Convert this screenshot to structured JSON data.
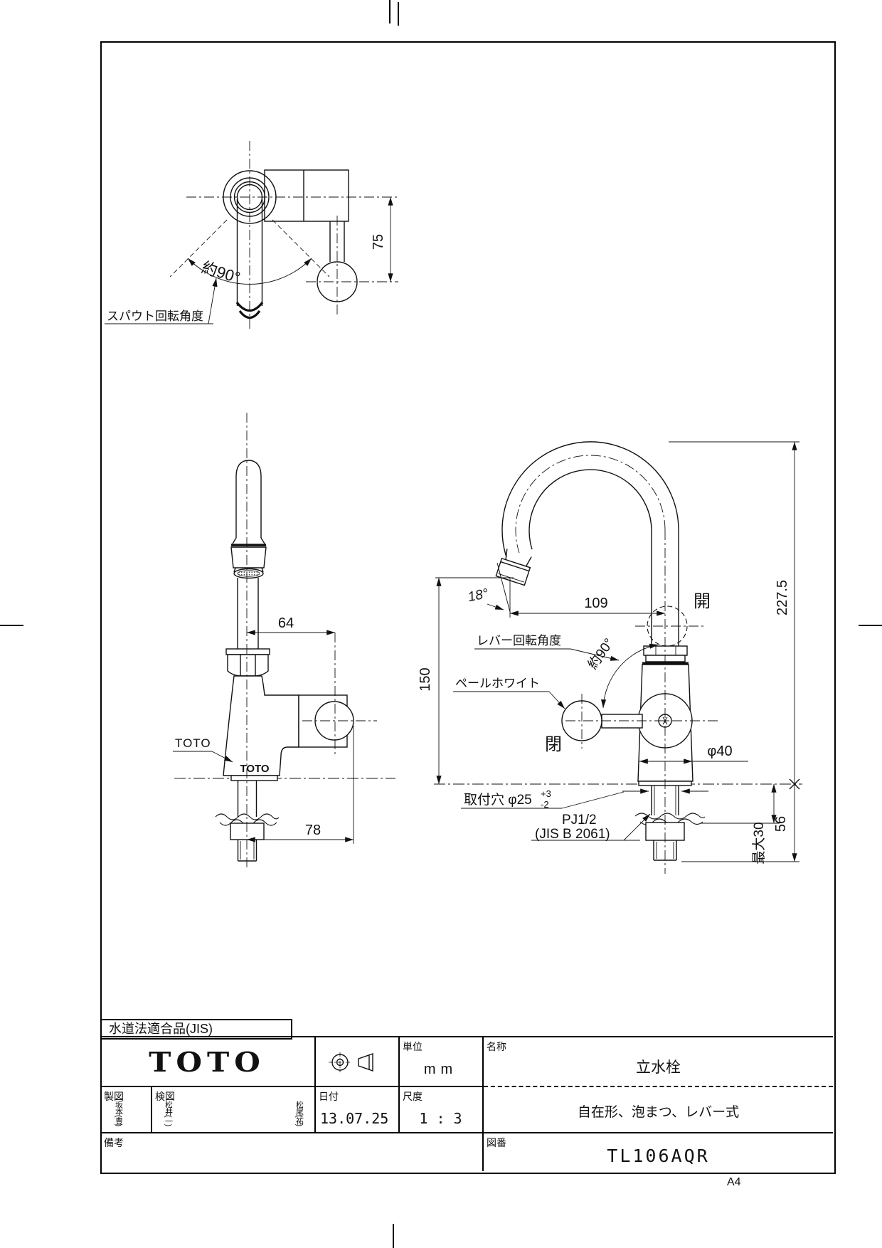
{
  "page": {
    "format": "A4"
  },
  "title_block": {
    "compliance": "水道法適合品(JIS)",
    "brand_log o_note": "",
    "brand_logo": "TOTO",
    "unit_label": "単位",
    "unit_value": "mm",
    "name_label": "名称",
    "product_name": "立水栓",
    "product_spec": "自在形、泡まつ、レバー式",
    "drafting_label": "製図",
    "drafter": "坂本(豊)",
    "check_label": "検図",
    "checker_1": "松井(一)",
    "checker_2": "松尾(祐)",
    "date_label": "日付",
    "date_value": "13.07.25",
    "scale_label": "尺度",
    "scale_value": "1 : 3",
    "remarks_label": "備考",
    "drawing_no_label": "図番",
    "drawing_no": "TL106AQR"
  },
  "top_view": {
    "spout_rotation_label": "スパウト回転角度",
    "rotation_angle": "約90°",
    "dim_75": "75"
  },
  "side_view": {
    "dim_64": "64",
    "dim_78": "78",
    "toto_callout": "TOTO",
    "toto_logo": "TOTO"
  },
  "front_view": {
    "dim_18": "18°",
    "dim_109": "109",
    "dim_150": "150",
    "dim_227_5": "227.5",
    "dim_56": "56",
    "dim_max30": "最大30",
    "dim_phi40": "φ40",
    "open_label": "開",
    "close_label": "閉",
    "lever_rotation_label": "レバー回転角度",
    "lever_angle": "約90°",
    "color_callout": "ペールホワイト",
    "mount_hole_label": "取付穴 φ25",
    "mount_hole_tol_upper": "+3",
    "mount_hole_tol_lower": "-2",
    "thread_label": "PJ1/2",
    "thread_standard": "(JIS B 2061)"
  }
}
